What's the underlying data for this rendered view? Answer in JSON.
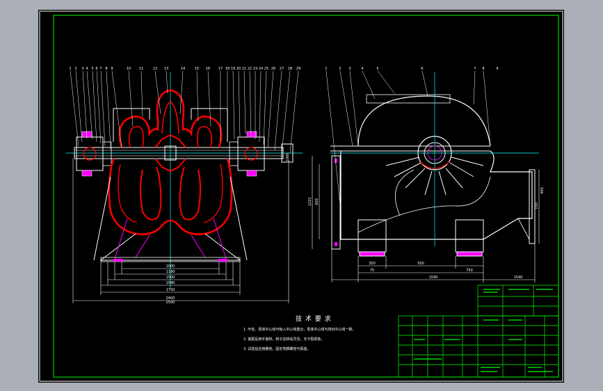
{
  "drawing": {
    "part_numbers_left": [
      "1",
      "2",
      "3",
      "4",
      "5",
      "6",
      "7",
      "8",
      "9",
      "10",
      "11",
      "12",
      "13",
      "14",
      "15",
      "16",
      "17",
      "18",
      "19",
      "20",
      "21",
      "22",
      "23",
      "24",
      "25",
      "26",
      "27",
      "28",
      "29"
    ],
    "part_numbers_right": [
      "1",
      "2",
      "3",
      "4",
      "5",
      "6",
      "7",
      "8",
      "9"
    ],
    "dimensions_left": [
      "1000",
      "1190",
      "1500",
      "1590",
      "1750",
      "2400",
      "2500"
    ],
    "dimensions_right": [
      "350",
      "75",
      "500",
      "750",
      "1590",
      "1540"
    ],
    "vertical_dims_right": [
      "1215",
      "600",
      "150",
      "1000",
      "400"
    ],
    "tech_requirements": {
      "title": "技 术 要 求",
      "items": [
        "1. 叶轮、泵体中心线与吸入中心线重合，泵体中心线与排出中心线一致。",
        "2. 装配后用手盘转，转子应转动灵活，无卡阻现象。",
        "3. 试验后应用螺栓，固定地脚螺栓与泵座。"
      ]
    }
  },
  "colors": {
    "background": "#000000",
    "outer_frame": "#ffffff",
    "inner_frame": "#00ff00",
    "casing": "#ff0000",
    "centerline": "#00ffff",
    "accent": "#ff00ff",
    "dim": "#00ff00",
    "text": "#ffffff"
  }
}
